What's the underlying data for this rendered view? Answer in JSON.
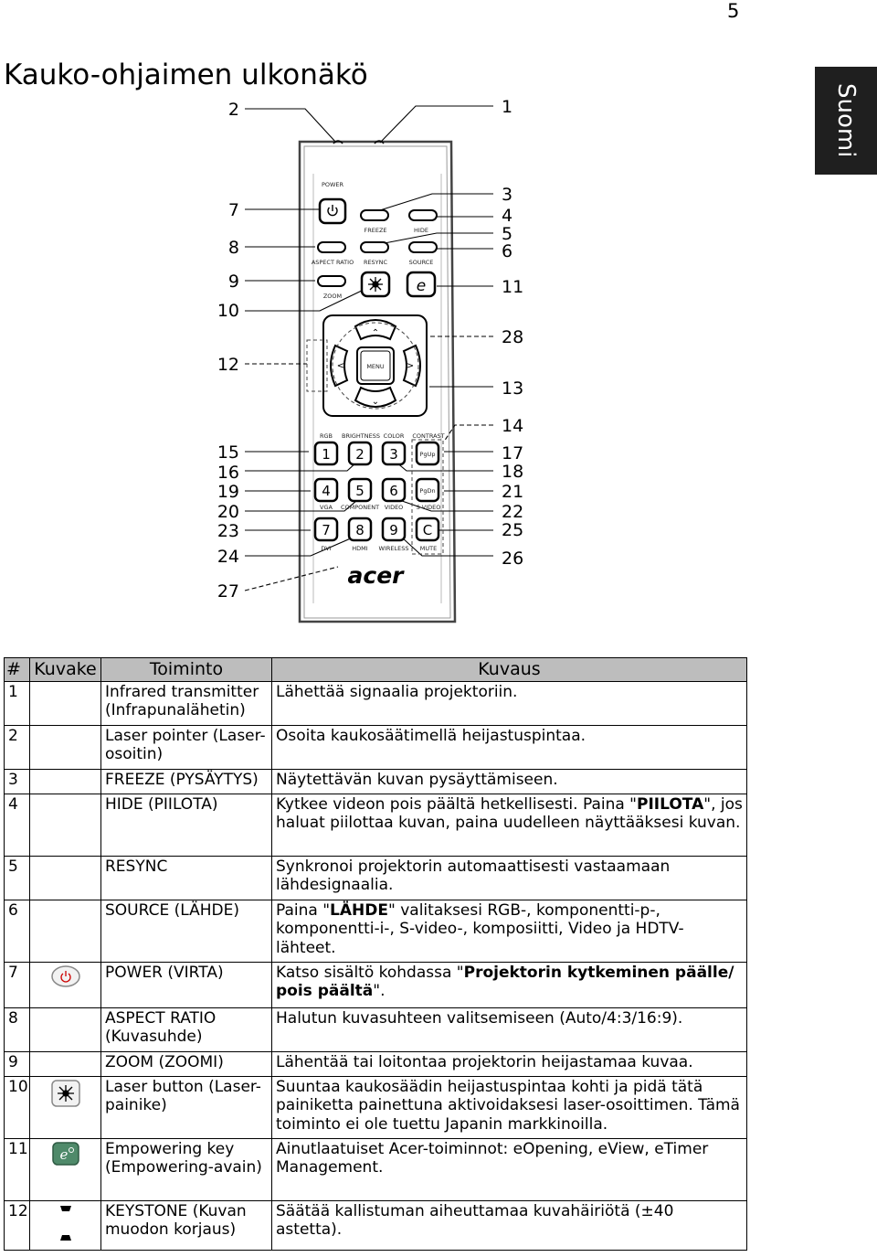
{
  "page_number": "5",
  "title": "Kauko-ohjaimen ulkonäkö",
  "language_tab": "Suomi",
  "diagram": {
    "callouts_left": [
      "2",
      "7",
      "8",
      "9",
      "10",
      "12",
      "15",
      "16",
      "19",
      "20",
      "23",
      "24",
      "27"
    ],
    "callouts_right": [
      "1",
      "3",
      "4",
      "5",
      "6",
      "11",
      "28",
      "13",
      "14",
      "17",
      "18",
      "21",
      "22",
      "25",
      "26"
    ],
    "buttons": {
      "power": "POWER",
      "freeze": "FREEZE",
      "hide": "HIDE",
      "aspect_ratio": "ASPECT RATIO",
      "resync": "RESYNC",
      "source": "SOURCE",
      "zoom": "ZOOM",
      "menu": "MENU",
      "rgb": "RGB",
      "brightness": "BRIGHTNESS",
      "color": "COLOR",
      "contrast": "CONTRAST",
      "pgup": "PgUp",
      "pgdn": "PgDn",
      "vga": "VGA",
      "component": "COMPONENT",
      "video": "VIDEO",
      "svideo": "S-VIDEO",
      "dvi": "DVI",
      "hdmi": "HDMI",
      "wireless": "WIRELESS",
      "mute": "MUTE",
      "brand": "acer",
      "keys": [
        "1",
        "2",
        "3",
        "4",
        "5",
        "6",
        "7",
        "8",
        "9",
        "C"
      ]
    }
  },
  "table": {
    "headers": [
      "#",
      "Kuvake",
      "Toiminto",
      "Kuvaus"
    ],
    "rows": [
      {
        "num": "1",
        "icon": "",
        "func": "Infrared transmitter (Infrapunalähetin)",
        "desc": "Lähettää signaalia projektoriin."
      },
      {
        "num": "2",
        "icon": "",
        "func": "Laser pointer (Laser-osoitin)",
        "desc": "Osoita kaukosäätimellä heijastuspintaa."
      },
      {
        "num": "3",
        "icon": "",
        "func": "FREEZE (PYSÄYTYS)",
        "desc": "Näytettävän kuvan pysäyttämiseen."
      },
      {
        "num": "4",
        "icon": "",
        "func": "HIDE (PIILOTA)",
        "desc_pre": "Kytkee videon pois päältä hetkellisesti. Paina \"",
        "desc_bold": "PIILOTA",
        "desc_post": "\", jos haluat piilottaa kuvan, paina uudelleen näyttääksesi kuvan."
      },
      {
        "num": "5",
        "icon": "",
        "func": "RESYNC",
        "desc": "Synkronoi projektorin automaattisesti vastaamaan lähdesignaalia."
      },
      {
        "num": "6",
        "icon": "",
        "func": "SOURCE (LÄHDE)",
        "desc_pre": "Paina \"",
        "desc_bold": "LÄHDE",
        "desc_post": "\" valitaksesi RGB-, komponentti-p-, komponentti-i-, S-video-, komposiitti, Video ja HDTV-lähteet."
      },
      {
        "num": "7",
        "icon": "power-icon",
        "func": "POWER (VIRTA)",
        "desc_pre": "Katso sisältö kohdassa \"",
        "desc_bold": "Projektorin kytkeminen päälle/ pois päältä",
        "desc_post": "\"."
      },
      {
        "num": "8",
        "icon": "",
        "func": "ASPECT RATIO (Kuvasuhde)",
        "desc": "Halutun kuvasuhteen valitsemiseen (Auto/4:3/16:9)."
      },
      {
        "num": "9",
        "icon": "",
        "func": "ZOOM (ZOOMI)",
        "desc": "Lähentää tai loitontaa projektorin heijastamaa kuvaa."
      },
      {
        "num": "10",
        "icon": "laser-icon",
        "func": "Laser button (Laser-painike)",
        "desc": "Suuntaa kaukosäädin heijastuspintaa kohti ja pidä tätä painiketta painettuna aktivoidaksesi laser-osoittimen. Tämä toiminto ei ole tuettu Japanin markkinoilla."
      },
      {
        "num": "11",
        "icon": "empowering-icon",
        "func": "Empowering key (Empowering-avain)",
        "desc": "Ainutlaatuiset Acer-toiminnot: eOpening, eView, eTimer Management."
      },
      {
        "num": "12",
        "icon": "keystone-icon",
        "func": "KEYSTONE (Kuvan muodon korjaus)",
        "desc": "Säätää kallistuman aiheuttamaa kuvahäiriötä (±40 astetta)."
      }
    ]
  }
}
